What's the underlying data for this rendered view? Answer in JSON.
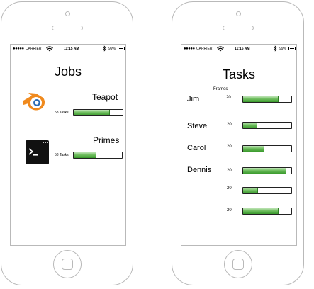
{
  "statusbar": {
    "signal": "●●●●●",
    "carrier": "CARRIER",
    "time": "11:15 AM",
    "battery": "99%",
    "battery_level": 0.99
  },
  "jobs_screen": {
    "title": "Jobs",
    "jobs": [
      {
        "name": "Teapot",
        "tasks": "58 Tasks",
        "progress": 0.72,
        "icon": "blender-icon"
      },
      {
        "name": "Primes",
        "tasks": "58 Tasks",
        "progress": 0.45,
        "icon": "terminal-icon"
      }
    ]
  },
  "tasks_screen": {
    "title": "Tasks",
    "frames_header": "Frames",
    "rows": [
      {
        "worker": "Jim",
        "frames": "20",
        "progress": 0.72
      },
      {
        "worker": "Steve",
        "frames": "20",
        "progress": 0.28
      },
      {
        "worker": "Carol",
        "frames": "20",
        "progress": 0.43
      },
      {
        "worker": "Dennis",
        "frames": "20",
        "progress": 0.88
      },
      {
        "worker": "",
        "frames": "20",
        "progress": 0.3
      },
      {
        "worker": "",
        "frames": "20",
        "progress": 0.72
      }
    ]
  }
}
